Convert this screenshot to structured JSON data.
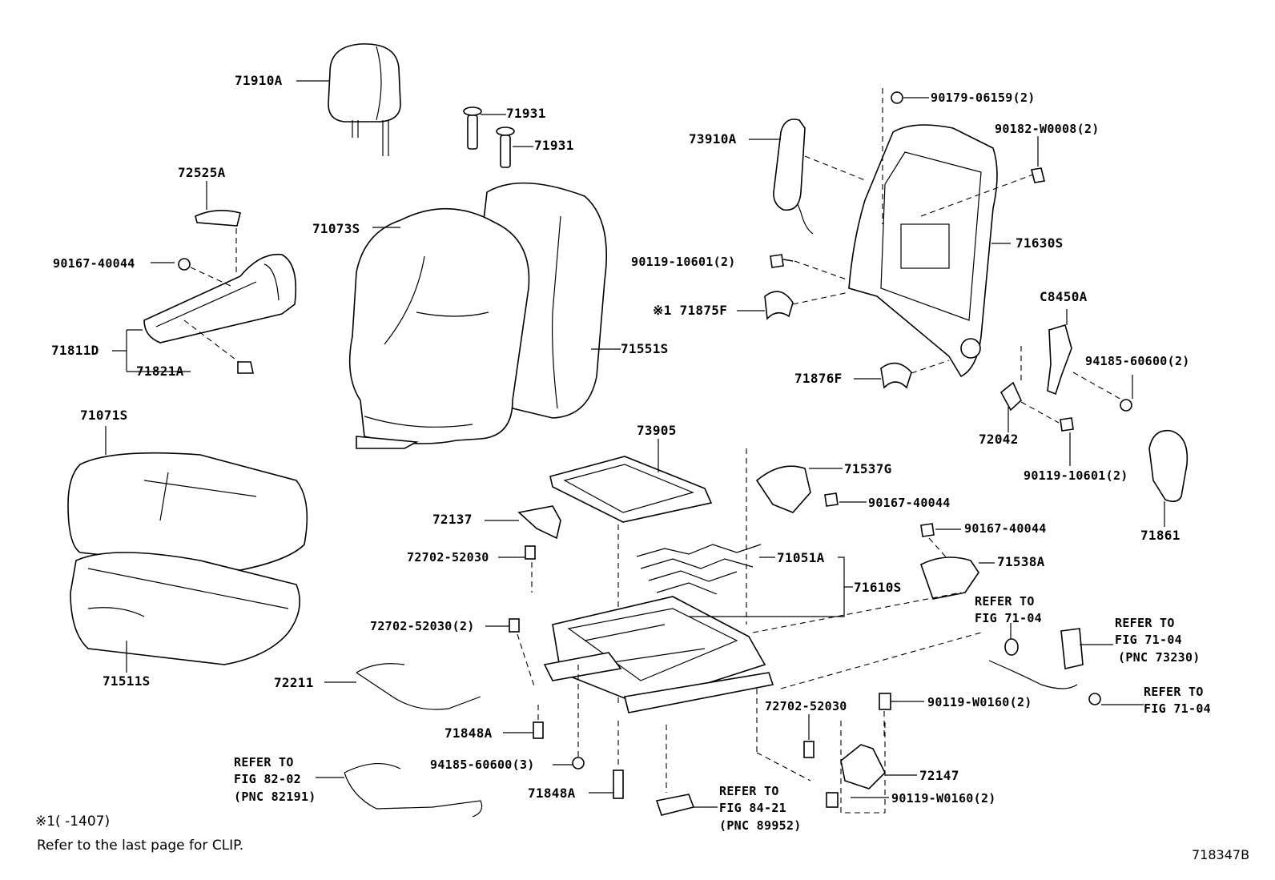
{
  "labels": {
    "p71910A": "71910A",
    "p71931a": "71931",
    "p71931b": "71931",
    "p72525A": "72525A",
    "p90167_40044_l": "90167-40044",
    "p71811D": "71811D",
    "p71821A": "71821A",
    "p71073S": "71073S",
    "p71551S": "71551S",
    "p71071S": "71071S",
    "p71511S": "71511S",
    "p73910A": "73910A",
    "p90179": "90179-06159(2)",
    "p90182": "90182-W0008(2)",
    "p90119_10601_a": "90119-10601(2)",
    "p71875F": "※1 71875F",
    "p71630S": "71630S",
    "pC8450A": "C8450A",
    "p94185_60600_2": "94185-60600(2)",
    "p71876F": "71876F",
    "p72042": "72042",
    "p90119_10601_b": "90119-10601(2)",
    "p71861": "71861",
    "p73905": "73905",
    "p71537G": "71537G",
    "p90167_40044_m": "90167-40044",
    "p90167_40044_r": "90167-40044",
    "p72137": "72137",
    "p72702_a": "72702-52030",
    "p71051A": "71051A",
    "p71538A": "71538A",
    "p71610S": "71610S",
    "p72702_b": "72702-52030(2)",
    "p72211": "72211",
    "p72702_c": "72702-52030",
    "p90119_W0160_a": "90119-W0160(2)",
    "p71848A_a": "71848A",
    "p94185_60600_3": "94185-60600(3)",
    "p71848A_b": "71848A",
    "p72147": "72147",
    "p90119_W0160_b": "90119-W0160(2)"
  },
  "refers": {
    "r82_1": "REFER TO",
    "r82_2": "FIG 82-02",
    "r82_3": "(PNC 82191)",
    "r84_1": "REFER TO",
    "r84_2": "FIG 84-21",
    "r84_3": "(PNC 89952)",
    "r71a_1": "REFER TO",
    "r71a_2": "FIG 71-04",
    "r71b_1": "REFER TO",
    "r71b_2": "FIG 71-04",
    "r71b_3": "(PNC 73230)",
    "r71c_1": "REFER TO",
    "r71c_2": "FIG 71-04"
  },
  "notes": {
    "footnote": "※1(     -1407)",
    "clip_note": "Refer to the last page for CLIP.",
    "figure_id": "718347B"
  }
}
